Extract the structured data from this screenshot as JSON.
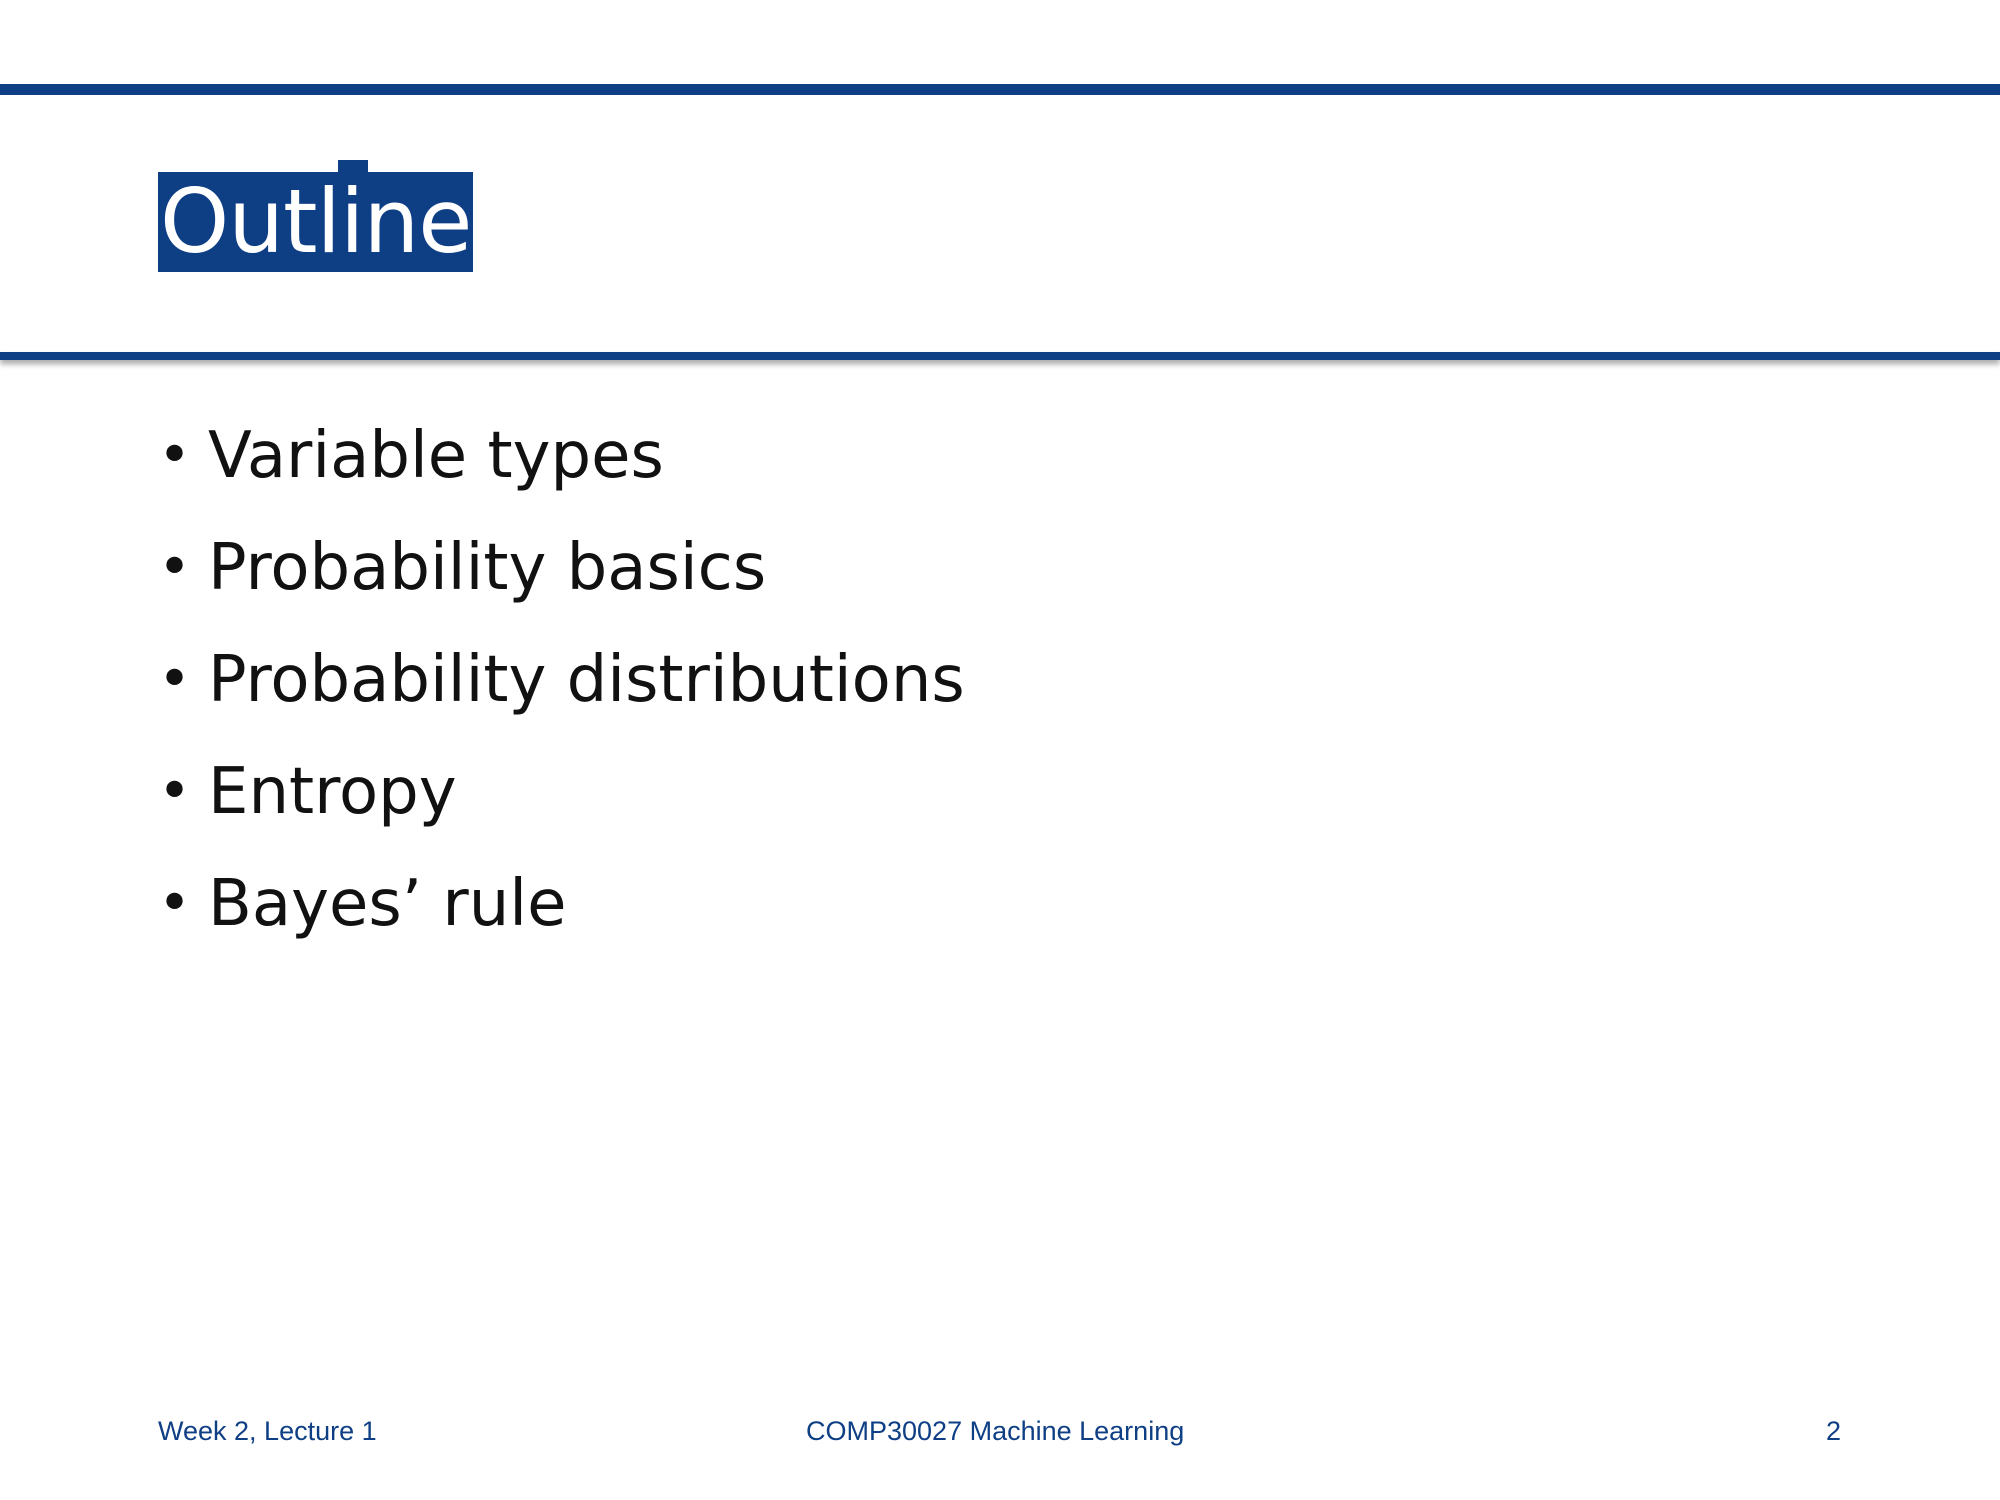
{
  "slide": {
    "title": "Outline",
    "bullets": [
      "Variable types",
      "Probability basics",
      "Probability distributions",
      "Entropy",
      "Bayes’ rule"
    ],
    "bullet_symbol": "•"
  },
  "footer": {
    "left": "Week 2, Lecture 1",
    "center": "COMP30027 Machine Learning",
    "page_number": "2"
  },
  "colors": {
    "accent": "#0e3f85",
    "text": "#111111",
    "background": "#ffffff"
  }
}
